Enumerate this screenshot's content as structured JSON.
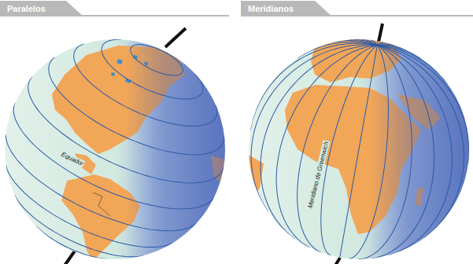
{
  "diagram": {
    "nodes": [
      {
        "text": [
          "Paralelos"
        ]
      },
      {
        "text": [
          "Meridianos"
        ]
      }
    ],
    "labels": [
      "Equador",
      "Meridiano de Greenwich"
    ]
  }
}
